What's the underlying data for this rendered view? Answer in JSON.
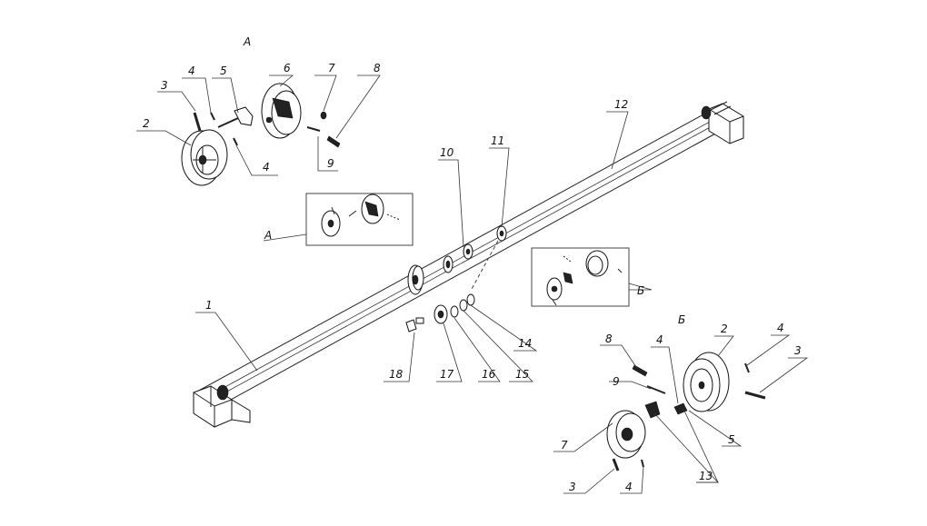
{
  "callouts": {
    "c1": "1",
    "c2": "2",
    "c3": "3",
    "c4a": "4",
    "c4b": "4",
    "c5": "5",
    "c6": "6",
    "c7": "7",
    "c8": "8",
    "c9": "9",
    "c10": "10",
    "c11": "11",
    "c12": "12",
    "c14": "14",
    "c15": "15",
    "c16": "16",
    "c17": "17",
    "c18": "18",
    "cA_view": "A",
    "cA_ref": "A",
    "cB_ref": "Б",
    "cB_view": "Б",
    "cB_8": "8",
    "cB_4a": "4",
    "cB_2": "2",
    "cB_4b": "4",
    "cB_3a": "3",
    "cB_9": "9",
    "cB_7": "7",
    "cB_5": "5",
    "cB_13": "13",
    "cB_3b": "3",
    "cB_4c": "4"
  }
}
